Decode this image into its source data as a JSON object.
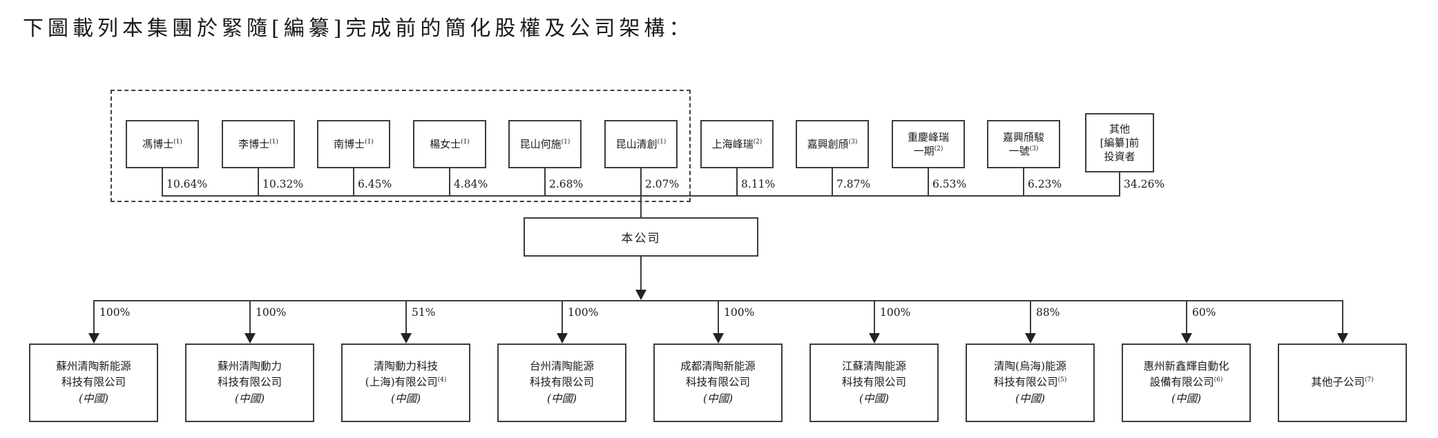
{
  "title": "下圖載列本集團於緊隨[編纂]完成前的簡化股權及公司架構：",
  "company": {
    "name": "本公司"
  },
  "top_shareholders": [
    {
      "name": "馮博士",
      "note": "(1)",
      "pct": "10.64%"
    },
    {
      "name": "李博士",
      "note": "(1)",
      "pct": "10.32%"
    },
    {
      "name": "南博士",
      "note": "(1)",
      "pct": "6.45%"
    },
    {
      "name": "楊女士",
      "note": "(1)",
      "pct": "4.84%"
    },
    {
      "name": "昆山何施",
      "note": "(1)",
      "pct": "2.68%"
    },
    {
      "name": "昆山清創",
      "note": "(1)",
      "pct": "2.07%"
    },
    {
      "name": "上海峰瑞",
      "note": "(2)",
      "pct": "8.11%"
    },
    {
      "name": "嘉興創頎",
      "note": "(3)",
      "pct": "7.87%"
    },
    {
      "name": "重慶峰瑞\n一期",
      "note": "(2)",
      "pct": "6.53%"
    },
    {
      "name": "嘉興頎駿\n一號",
      "note": "(3)",
      "pct": "6.23%"
    },
    {
      "name": "其他\n[編纂]前\n投資者",
      "note": "",
      "pct": "34.26%"
    }
  ],
  "subsidiaries": [
    {
      "name": "蘇州清陶新能源\n科技有限公司",
      "note": "",
      "country": "(中國)",
      "pct": "100%"
    },
    {
      "name": "蘇州清陶動力\n科技有限公司",
      "note": "",
      "country": "(中國)",
      "pct": "100%"
    },
    {
      "name": "清陶動力科技\n(上海)有限公司",
      "note": "(4)",
      "country": "(中國)",
      "pct": "51%"
    },
    {
      "name": "台州清陶能源\n科技有限公司",
      "note": "",
      "country": "(中國)",
      "pct": "100%"
    },
    {
      "name": "成都清陶新能源\n科技有限公司",
      "note": "",
      "country": "(中國)",
      "pct": "100%"
    },
    {
      "name": "江蘇清陶能源\n科技有限公司",
      "note": "",
      "country": "(中國)",
      "pct": "100%"
    },
    {
      "name": "清陶(烏海)能源\n科技有限公司",
      "note": "(5)",
      "country": "(中國)",
      "pct": "88%"
    },
    {
      "name": "惠州新鑫輝自動化\n設備有限公司",
      "note": "(6)",
      "country": "(中國)",
      "pct": "60%"
    },
    {
      "name": "其他子公司",
      "note": "(7)",
      "country": "",
      "pct": ""
    }
  ]
}
